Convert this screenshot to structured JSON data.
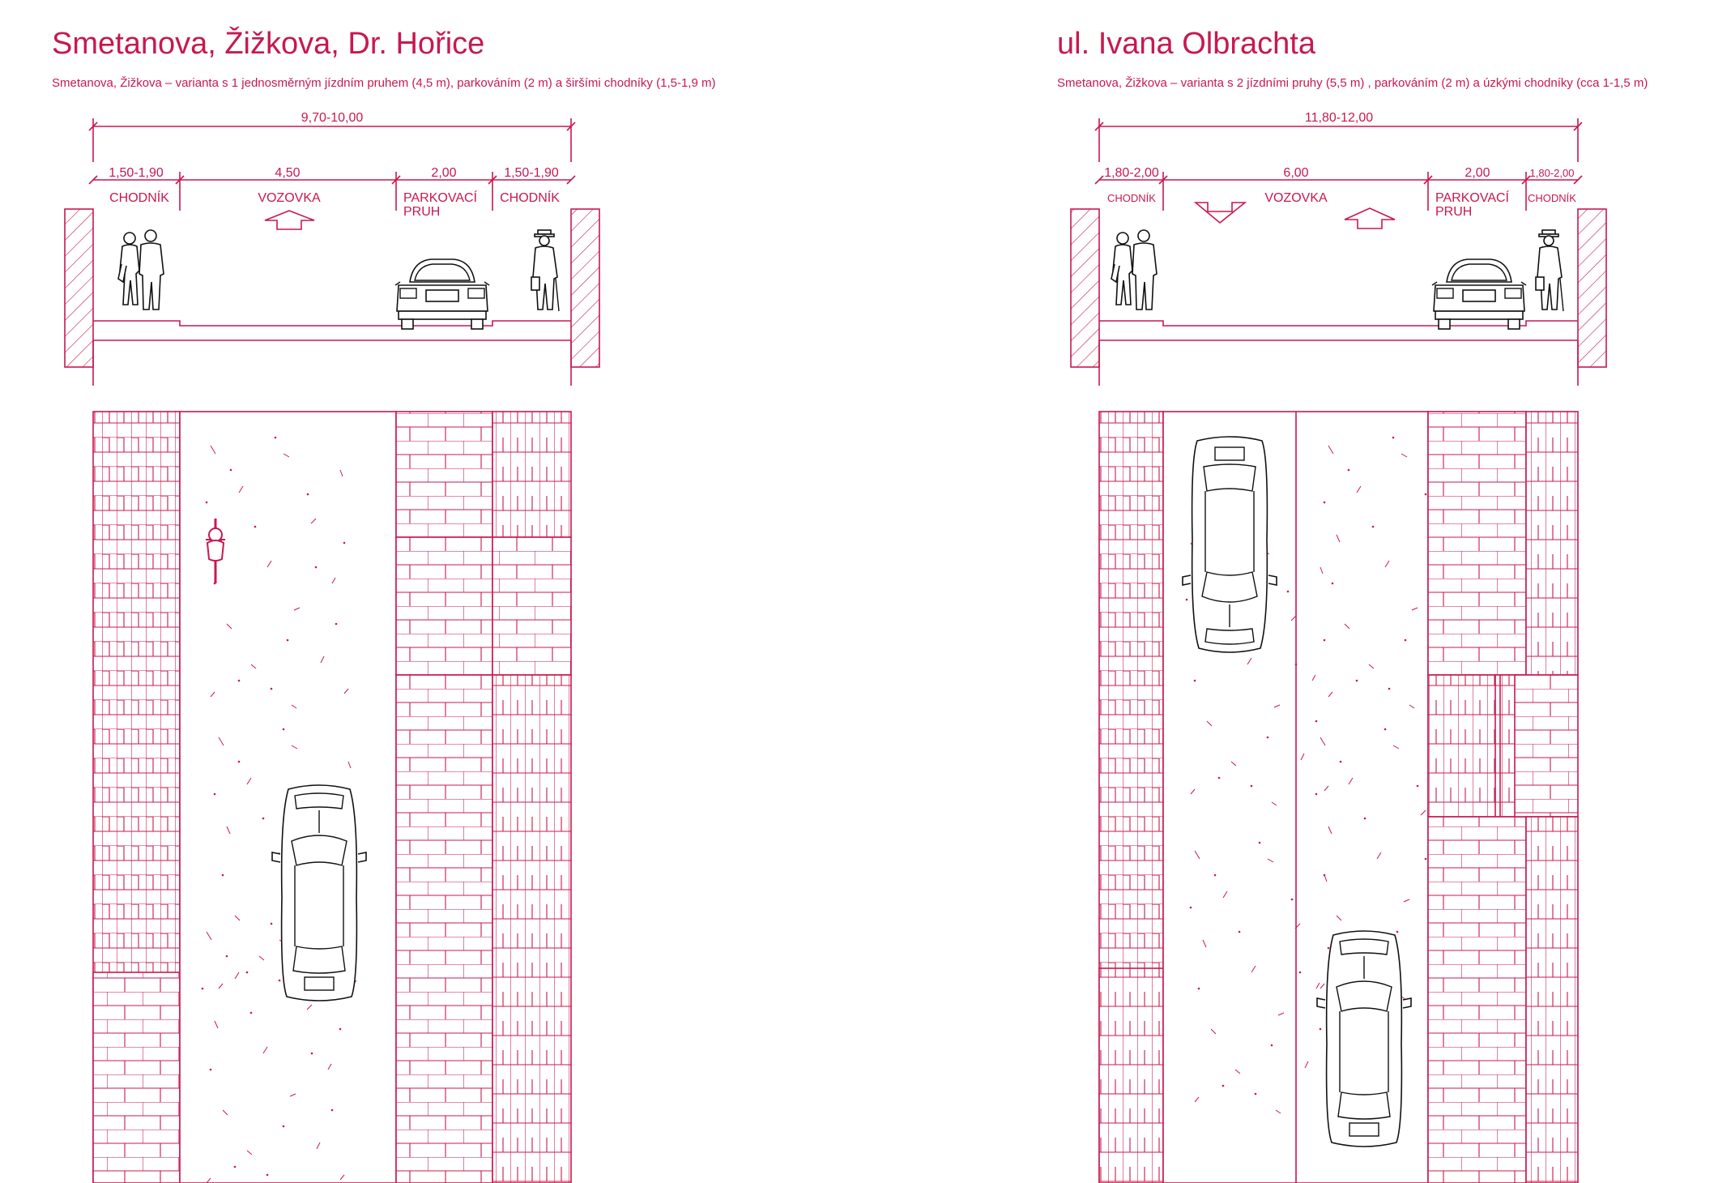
{
  "colors": {
    "accent": "#c8184f",
    "outline": "#111111",
    "background": "#ffffff"
  },
  "left": {
    "title": "Smetanova, Žižkova, Dr. Hořice",
    "subtitle": "Smetanova, Žižkova – varianta s 1 jednosměrným jízdním pruhem (4,5 m), parkováním (2 m) a širšími chodníky (1,5-1,9 m)",
    "total_width": "9,70-10,00",
    "dims": [
      "1,50-1,90",
      "4,50",
      "2,00",
      "1,50-1,90"
    ],
    "labels": {
      "sidewalk_left": "CHODNÍK",
      "road": "VOZOVKA",
      "parking_1": "PARKOVACÍ",
      "parking_2": "PRUH",
      "sidewalk_right": "CHODNÍK"
    }
  },
  "right": {
    "title": "ul. Ivana Olbrachta",
    "subtitle": "Smetanova, Žižkova – varianta s 2 jízdními pruhy (5,5 m) , parkováním (2 m) a úzkými chodníky (cca 1-1,5 m)",
    "total_width": "11,80-12,00",
    "dims": [
      "1,80-2,00",
      "6,00",
      "2,00",
      "1,80-2,00"
    ],
    "labels": {
      "sidewalk_left": "CHODNÍK",
      "road": "VOZOVKA",
      "parking_1": "PARKOVACÍ",
      "parking_2": "PRUH",
      "sidewalk_right": "CHODNÍK"
    }
  },
  "icons": [
    "pedestrian-couple-icon",
    "pedestrian-man-icon",
    "car-rear-icon",
    "car-top-icon",
    "cyclist-icon",
    "direction-arrow-icon"
  ]
}
